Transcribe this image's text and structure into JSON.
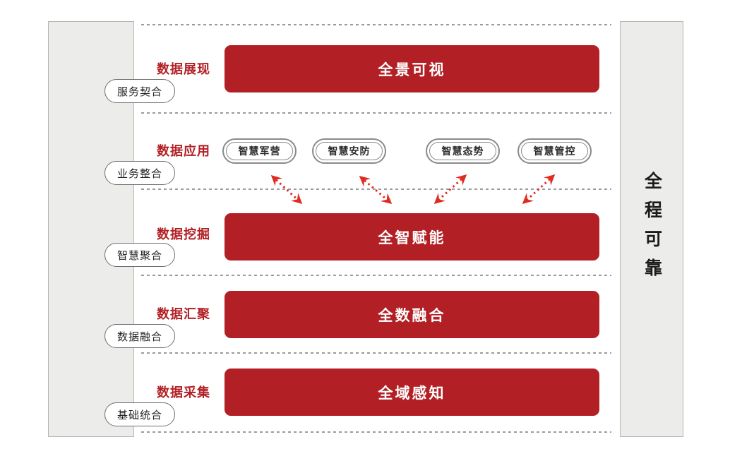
{
  "left_panel": {
    "items": [
      "服务契合",
      "业务整合",
      "智慧聚合",
      "数据融合",
      "基础统合"
    ]
  },
  "right_panel": {
    "label": "全程可靠"
  },
  "rows": [
    {
      "label": "数据展现",
      "bar": "全景可视"
    },
    {
      "label": "数据应用",
      "apps": [
        "智慧军营",
        "智慧安防",
        "智慧态势",
        "智慧管控"
      ]
    },
    {
      "label": "数据挖掘",
      "bar": "全智赋能"
    },
    {
      "label": "数据汇聚",
      "bar": "全数融合"
    },
    {
      "label": "数据采集",
      "bar": "全域感知"
    }
  ],
  "colors": {
    "bar_red": "#b22025",
    "label_red": "#b22025",
    "arrow_red": "#e02b20",
    "panel_bg": "#ececeb",
    "panel_border": "#b7b4b0",
    "dotted_line": "#9b9b9b"
  }
}
